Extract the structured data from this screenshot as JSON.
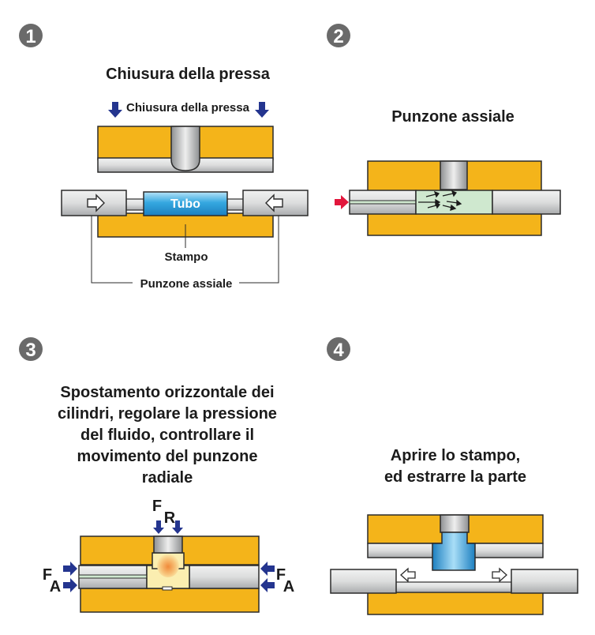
{
  "steps": [
    {
      "number": "1",
      "title": "Chiusura della pressa",
      "press_label": "Chiusura della pressa",
      "tube_label": "Tubo",
      "die_label": "Stampo",
      "punch_label": "Punzone assiale"
    },
    {
      "number": "2",
      "title": "Punzone assiale"
    },
    {
      "number": "3",
      "title_lines": [
        "Spostamento orizzontale dei",
        "cilindri, regolare la pressione",
        "del fluido, controllare il",
        "movimento del punzone",
        "radiale"
      ],
      "force_radial": {
        "main": "F",
        "sub": "R"
      },
      "force_axial": {
        "main": "F",
        "sub": "A"
      }
    },
    {
      "number": "4",
      "title_lines": [
        "Aprire lo stampo,",
        "ed estrarre la parte"
      ]
    }
  ],
  "colors": {
    "die": "#f4b41a",
    "steel": "#d9dadb",
    "outline": "#2b2b2b",
    "tube": "#35a8e0",
    "arrow_blue": "#24358f",
    "arrow_red": "#e2163c",
    "fluid": "#cfe8cf",
    "hot_part": "#fbeeb0",
    "step_circle": "#6a6a6a"
  }
}
